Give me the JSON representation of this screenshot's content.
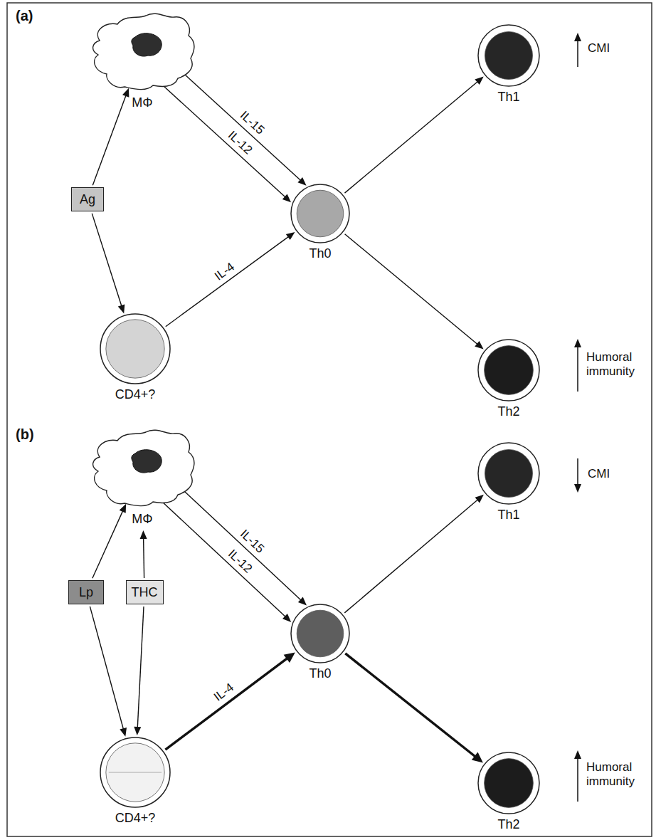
{
  "diagram": {
    "nodes": [
      {
        "text": [
          "MΦ"
        ]
      },
      {
        "text": [
          "Ag"
        ]
      },
      {
        "text": [
          "Th0"
        ]
      },
      {
        "text": [
          "Th1"
        ]
      },
      {
        "text": [
          "Th2"
        ]
      },
      {
        "text": [
          "CD4+?"
        ]
      },
      {
        "text": [
          "MΦ"
        ]
      },
      {
        "text": [
          "Lp"
        ]
      },
      {
        "text": [
          "THC"
        ]
      },
      {
        "text": [
          "Th0"
        ]
      },
      {
        "text": [
          "Th1"
        ]
      },
      {
        "text": [
          "Th2"
        ]
      },
      {
        "text": [
          "CD4+?"
        ]
      }
    ],
    "edges": [
      {
        "from": 1,
        "to": 0,
        "arrow": "to"
      },
      {
        "from": 1,
        "to": 5,
        "arrow": "to"
      },
      {
        "from": 0,
        "to": 2,
        "label": "IL-15",
        "arrow": "to"
      },
      {
        "from": 0,
        "to": 2,
        "label": "IL-12",
        "arrow": "to"
      },
      {
        "from": 5,
        "to": 2,
        "label": "IL-4",
        "arrow": "to"
      },
      {
        "from": 2,
        "to": 3,
        "arrow": "to"
      },
      {
        "from": 2,
        "to": 4,
        "arrow": "to"
      },
      {
        "from": 7,
        "to": 6,
        "arrow": "to"
      },
      {
        "from": 7,
        "to": 12,
        "arrow": "to"
      },
      {
        "from": 8,
        "to": 6,
        "arrow": "to"
      },
      {
        "from": 8,
        "to": 12,
        "arrow": "to"
      },
      {
        "from": 6,
        "to": 9,
        "label": "IL-15",
        "arrow": "to"
      },
      {
        "from": 6,
        "to": 9,
        "label": "IL-12",
        "arrow": "to"
      },
      {
        "from": 12,
        "to": 9,
        "label": "IL-4",
        "arrow": "to"
      },
      {
        "from": 9,
        "to": 10,
        "arrow": "to"
      },
      {
        "from": 9,
        "to": 11,
        "arrow": "to"
      }
    ],
    "labels": [
      "(a)",
      "CMI",
      "Humoral immunity",
      "(b)",
      "CMI",
      "Humoral immunity"
    ]
  }
}
